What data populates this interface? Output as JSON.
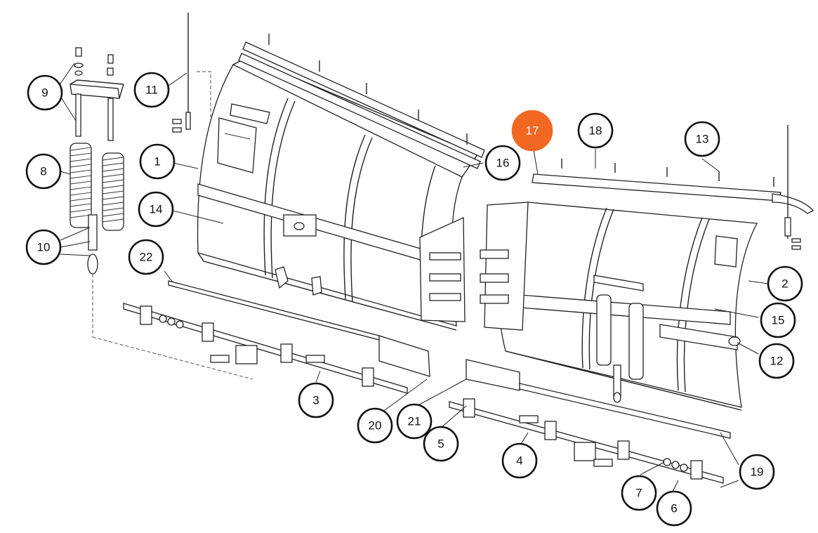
{
  "highlight_color": "#f26722",
  "highlighted_callout": "17",
  "callouts": {
    "c1": "1",
    "c2": "2",
    "c3": "3",
    "c4": "4",
    "c5": "5",
    "c6": "6",
    "c7": "7",
    "c8": "8",
    "c9": "9",
    "c10": "10",
    "c11": "11",
    "c12": "12",
    "c13": "13",
    "c14": "14",
    "c15": "15",
    "c16": "16",
    "c17": "17",
    "c18": "18",
    "c19": "19",
    "c20": "20",
    "c21": "21",
    "c22": "22"
  }
}
